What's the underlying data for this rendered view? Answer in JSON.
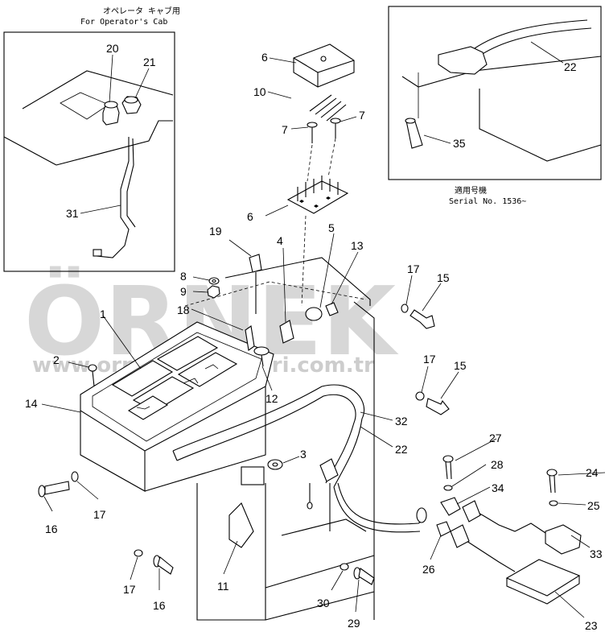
{
  "insets": {
    "operator_cab": {
      "caption_jp": "オペレータ キャブ用",
      "caption_en": "For Operator's Cab"
    },
    "serial": {
      "caption_jp": "適用号機",
      "caption_en": "Serial  No. 1536~"
    }
  },
  "watermark": {
    "main": "ÖRNEK",
    "sub": "www.ornekmakinalari.com.tr"
  },
  "callouts": {
    "c20": "20",
    "c21": "21",
    "c31": "31",
    "c22a": "22",
    "c35": "35",
    "c6a": "6",
    "c10": "10",
    "c7a": "7",
    "c7b": "7",
    "c6b": "6",
    "c19": "19",
    "c4": "4",
    "c5": "5",
    "c13": "13",
    "c8": "8",
    "c9": "9",
    "c18": "18",
    "c1": "1",
    "c17a": "17",
    "c15a": "15",
    "c17b": "17",
    "c15b": "15",
    "c2": "2",
    "c14": "14",
    "c12": "12",
    "c32": "32",
    "c22b": "22",
    "c3": "3",
    "c27": "27",
    "c28": "28",
    "c24": "24",
    "c25": "25",
    "c34": "34",
    "c33": "33",
    "c16a": "16",
    "c17c": "17",
    "c17d": "17",
    "c16b": "16",
    "c11": "11",
    "c26": "26",
    "c30": "30",
    "c29": "29",
    "c23": "23"
  }
}
